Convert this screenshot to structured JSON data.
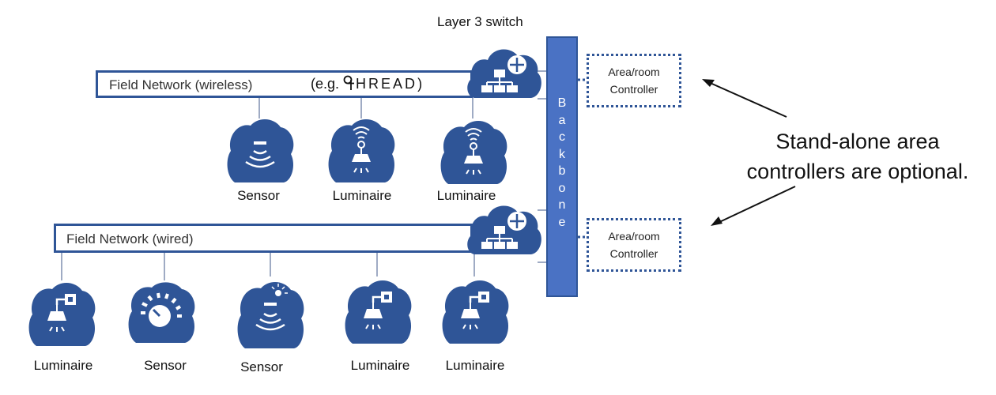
{
  "switch_label": "Layer 3 switch",
  "backbone_letters": [
    "B",
    "a",
    "c",
    "k",
    "b",
    "o",
    "n",
    "e"
  ],
  "wireless_network": {
    "label": "Field Network (wireless)",
    "example_prefix": "(e.g.",
    "example_brand": "HREAD",
    "example_suffix": ")",
    "devices": [
      {
        "type": "sensor",
        "label": "Sensor"
      },
      {
        "type": "wireless-luminaire",
        "label": "Luminaire"
      },
      {
        "type": "wireless-luminaire",
        "label": "Luminaire"
      }
    ]
  },
  "wired_network": {
    "label": "Field Network (wired)",
    "devices": [
      {
        "type": "wired-luminaire",
        "label": "Luminaire"
      },
      {
        "type": "dial-sensor",
        "label": "Sensor"
      },
      {
        "type": "light-sensor",
        "label": "Sensor"
      },
      {
        "type": "wired-luminaire",
        "label": "Luminaire"
      },
      {
        "type": "wired-luminaire",
        "label": "Luminaire"
      }
    ]
  },
  "controllers": [
    {
      "line1": "Area/room",
      "line2": "Controller"
    },
    {
      "line1": "Area/room",
      "line2": "Controller"
    }
  ],
  "annotation": {
    "line1": "Stand-alone area",
    "line2": "controllers are optional."
  },
  "colors": {
    "blob": "#2f5597",
    "blob_dark": "#24457e",
    "backbone": "#4a72c4",
    "line": "#2f5597"
  }
}
